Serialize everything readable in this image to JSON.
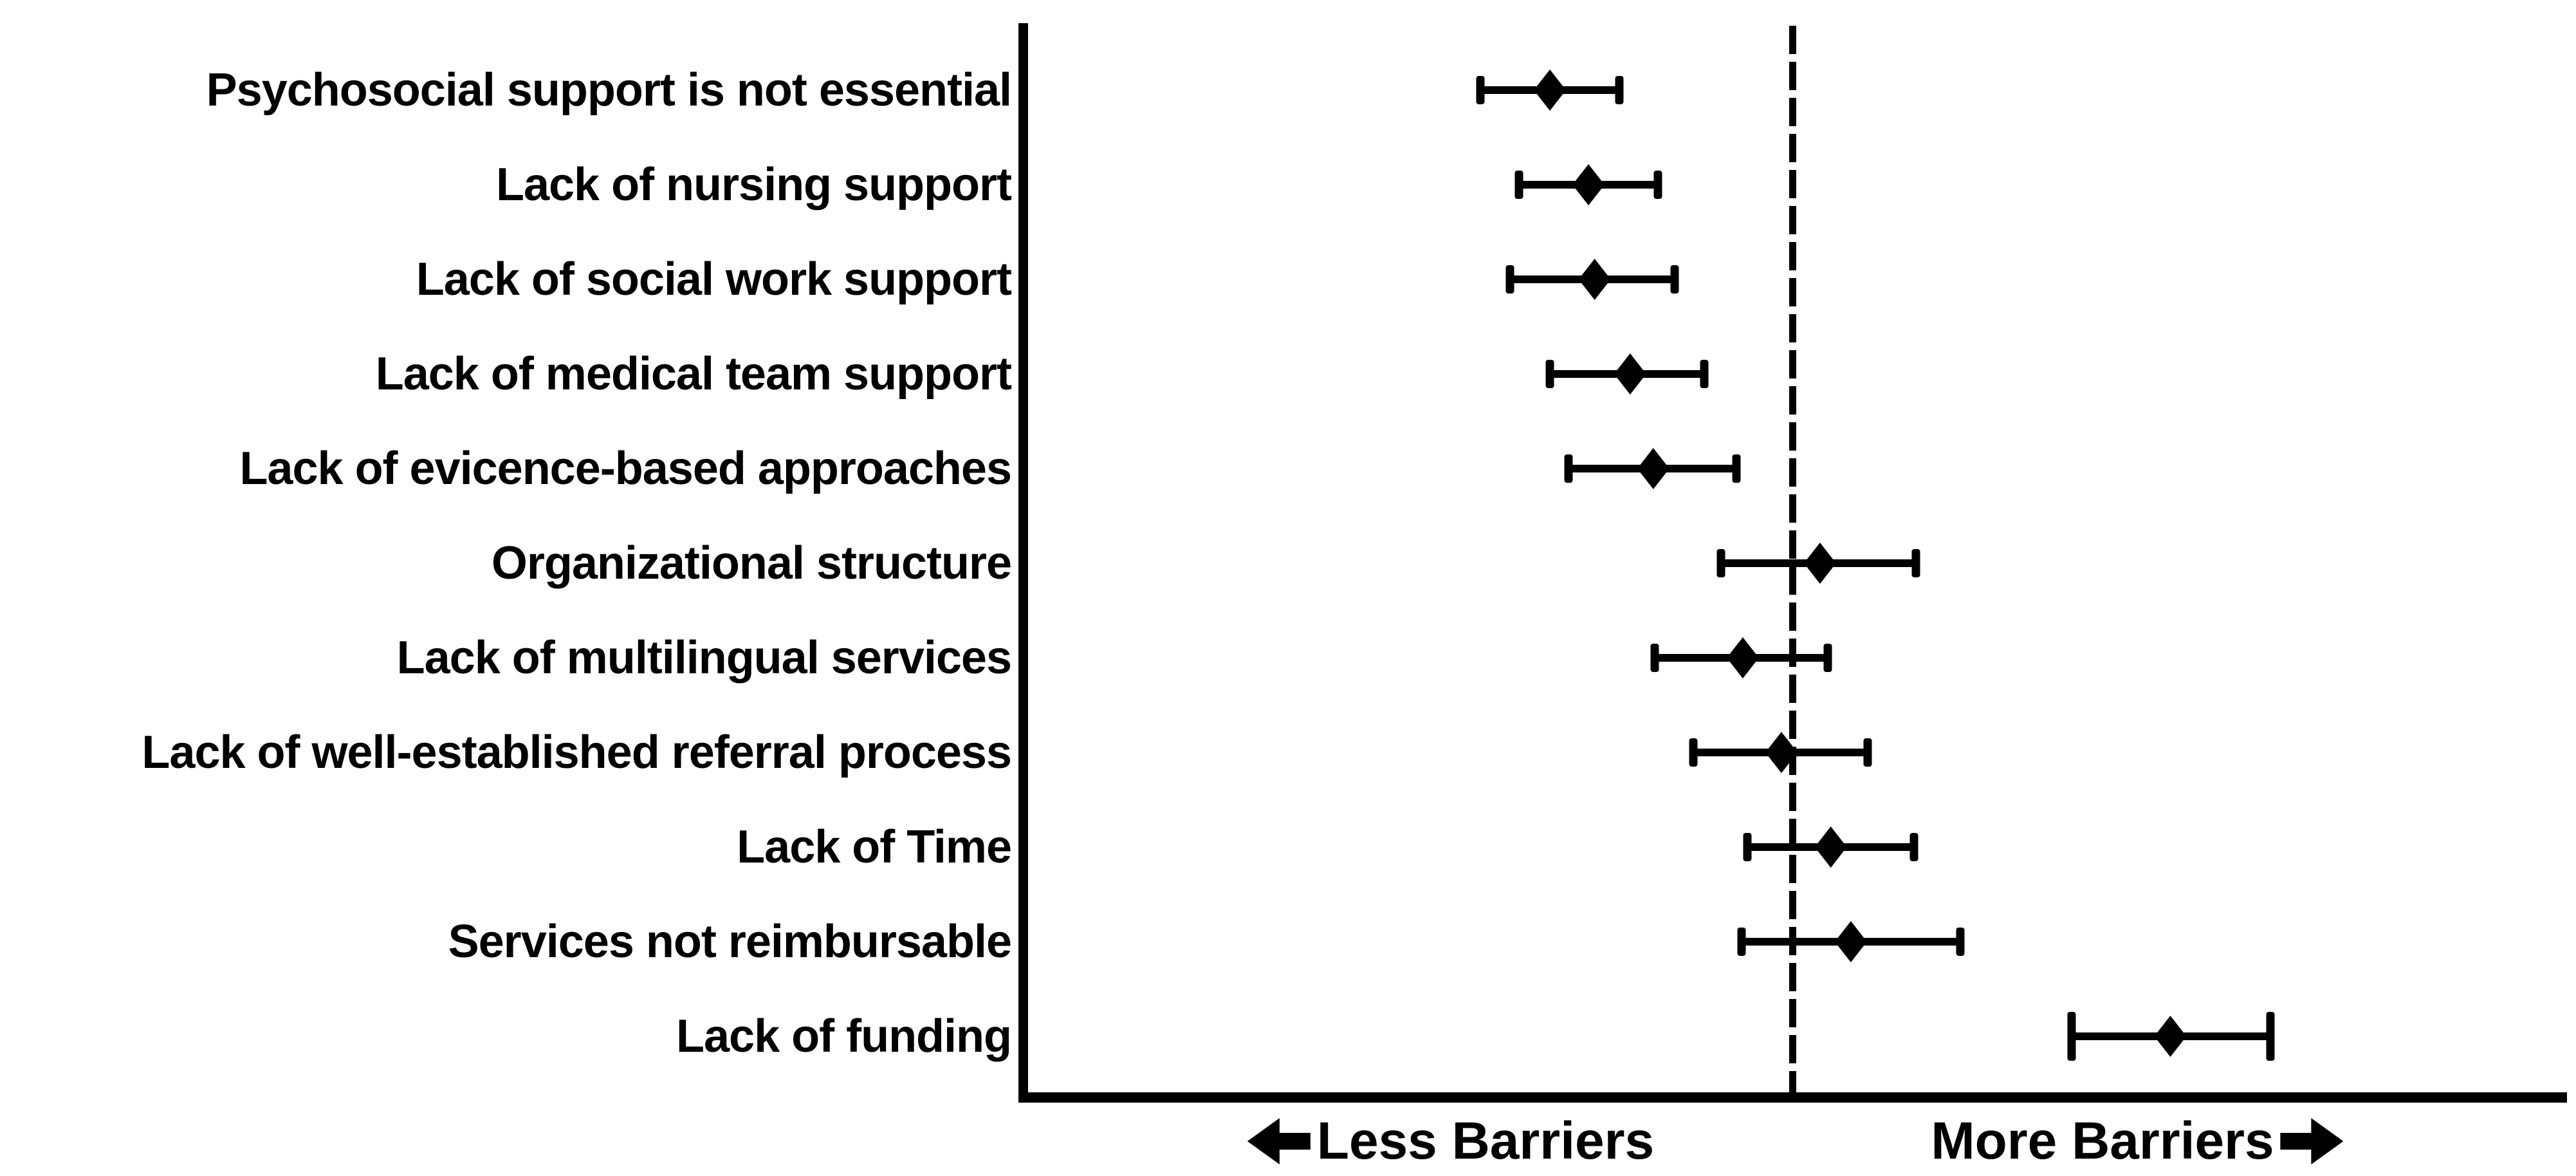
{
  "chart_data": {
    "type": "scatter",
    "subtype": "forest-plot-dot-whisker",
    "title": "",
    "marker": "filled-diamond-with-error-bars",
    "grid": false,
    "colors": {
      "foreground": "#000000",
      "background": "#ffffff"
    },
    "x_axis": {
      "numeric_ticks_shown": false,
      "scale_note": "no numeric axis labels shown; positions are normalized 0-1 fractions of plot width",
      "range_normalized": [
        0,
        1
      ],
      "reference_line_x": 0.498,
      "reference_line_style": "dashed",
      "left_label": "Less Barriers",
      "right_label": "More Barriers"
    },
    "icons": {
      "left_arrow": "left-arrow-icon",
      "right_arrow": "right-arrow-icon"
    },
    "rows": [
      {
        "label": "Psychosocial support is not essential",
        "low": 0.296,
        "center": 0.341,
        "high": 0.386
      },
      {
        "label": "Lack of nursing support",
        "low": 0.321,
        "center": 0.366,
        "high": 0.411
      },
      {
        "label": "Lack of social work support",
        "low": 0.315,
        "center": 0.37,
        "high": 0.422
      },
      {
        "label": "Lack of medical team support",
        "low": 0.341,
        "center": 0.393,
        "high": 0.441
      },
      {
        "label": "Lack of evicence-based approaches",
        "low": 0.353,
        "center": 0.408,
        "high": 0.462
      },
      {
        "label": "Organizational structure",
        "low": 0.452,
        "center": 0.516,
        "high": 0.578
      },
      {
        "label": "Lack of multilingual services",
        "low": 0.409,
        "center": 0.466,
        "high": 0.521
      },
      {
        "label": "Lack of well-established referral process",
        "low": 0.434,
        "center": 0.491,
        "high": 0.547
      },
      {
        "label": "Lack of Time",
        "low": 0.469,
        "center": 0.523,
        "high": 0.577
      },
      {
        "label": "Services not reimbursable",
        "low": 0.465,
        "center": 0.536,
        "high": 0.607
      },
      {
        "label": "Lack of funding",
        "low": 0.679,
        "center": 0.743,
        "high": 0.808
      }
    ]
  }
}
